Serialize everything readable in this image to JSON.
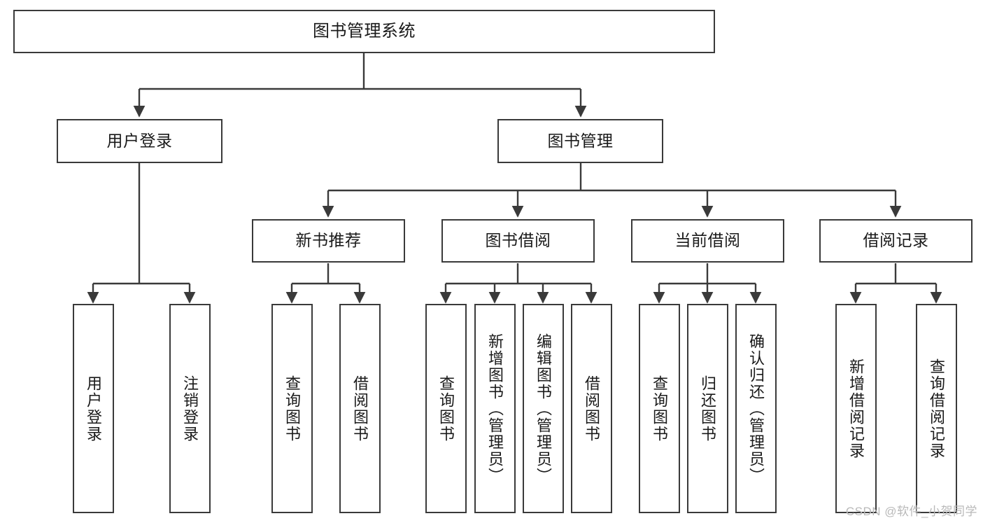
{
  "diagram": {
    "title": "图书管理系统",
    "type": "tree",
    "watermark": "CSDN @软件_小贺同学",
    "colors": {
      "box_border": "#3a3a3a",
      "box_fill": "#ffffff",
      "connector": "#3a3a3a",
      "text": "#1a1a1a",
      "watermark": "#b9b9b9",
      "background": "#ffffff"
    },
    "nodes": {
      "root": {
        "label": "图书管理系统"
      },
      "level2": [
        {
          "id": "user-login",
          "label": "用户登录"
        },
        {
          "id": "book-manage",
          "label": "图书管理"
        }
      ],
      "level3": [
        {
          "id": "new-book-rec",
          "label": "新书推荐"
        },
        {
          "id": "book-borrow",
          "label": "图书借阅"
        },
        {
          "id": "current-borrow",
          "label": "当前借阅"
        },
        {
          "id": "borrow-record",
          "label": "借阅记录"
        }
      ],
      "leaves": {
        "user-login": [
          {
            "id": "leaf-user-login",
            "label": "用户登录"
          },
          {
            "id": "leaf-logout",
            "label": "注销登录"
          }
        ],
        "new-book-rec": [
          {
            "id": "leaf-query-book-1",
            "label": "查询图书"
          },
          {
            "id": "leaf-borrow-book-1",
            "label": "借阅图书"
          }
        ],
        "book-borrow": [
          {
            "id": "leaf-query-book-2",
            "label": "查询图书"
          },
          {
            "id": "leaf-add-book",
            "label": "新增图书（管理员）"
          },
          {
            "id": "leaf-edit-book",
            "label": "编辑图书（管理员）"
          },
          {
            "id": "leaf-borrow-book-2",
            "label": "借阅图书"
          }
        ],
        "current-borrow": [
          {
            "id": "leaf-query-book-3",
            "label": "查询图书"
          },
          {
            "id": "leaf-return-book",
            "label": "归还图书"
          },
          {
            "id": "leaf-confirm-return",
            "label": "确认归还（管理员）"
          }
        ],
        "borrow-record": [
          {
            "id": "leaf-add-record",
            "label": "新增借阅记录"
          },
          {
            "id": "leaf-query-record",
            "label": "查询借阅记录"
          }
        ]
      }
    }
  }
}
